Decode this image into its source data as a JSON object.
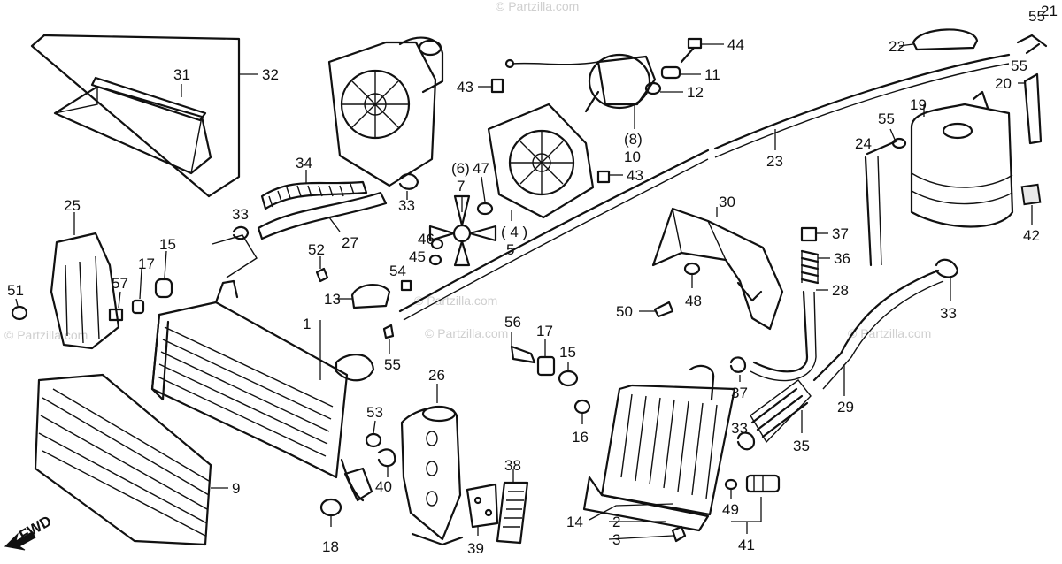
{
  "watermark": "© Partzilla.com",
  "fwd_label": "FWD",
  "labels": {
    "l1": "1",
    "l2": "2",
    "l3": "3",
    "l4": "( 4 )",
    "l5": "5",
    "l6": "(6)",
    "l7": "7",
    "l8": "(8)",
    "l9": "9",
    "l10": "10",
    "l11": "11",
    "l12": "12",
    "l13": "13",
    "l14": "14",
    "l15a": "15",
    "l15b": "15",
    "l16": "16",
    "l17a": "17",
    "l17b": "17",
    "l18": "18",
    "l19": "19",
    "l20": "20",
    "l21": "21",
    "l22": "22",
    "l23": "23",
    "l24": "24",
    "l25": "25",
    "l26": "26",
    "l27": "27",
    "l28": "28",
    "l29": "29",
    "l30": "30",
    "l31": "31",
    "l32": "32",
    "l33a": "33",
    "l33b": "33",
    "l33c": "33",
    "l33d": "33",
    "l34": "34",
    "l35": "35",
    "l36": "36",
    "l37a": "37",
    "l37b": "37",
    "l38": "38",
    "l39": "39",
    "l40": "40",
    "l41": "41",
    "l42": "42",
    "l43a": "43",
    "l43b": "43",
    "l44": "44",
    "l45": "45",
    "l46": "46",
    "l47": "47",
    "l48": "48",
    "l49": "49",
    "l50": "50",
    "l51": "51",
    "l52": "52",
    "l53": "53",
    "l54": "54",
    "l55a": "55",
    "l55b": "55",
    "l55c": "55",
    "l55d": "55",
    "l56": "56",
    "l57": "57"
  }
}
